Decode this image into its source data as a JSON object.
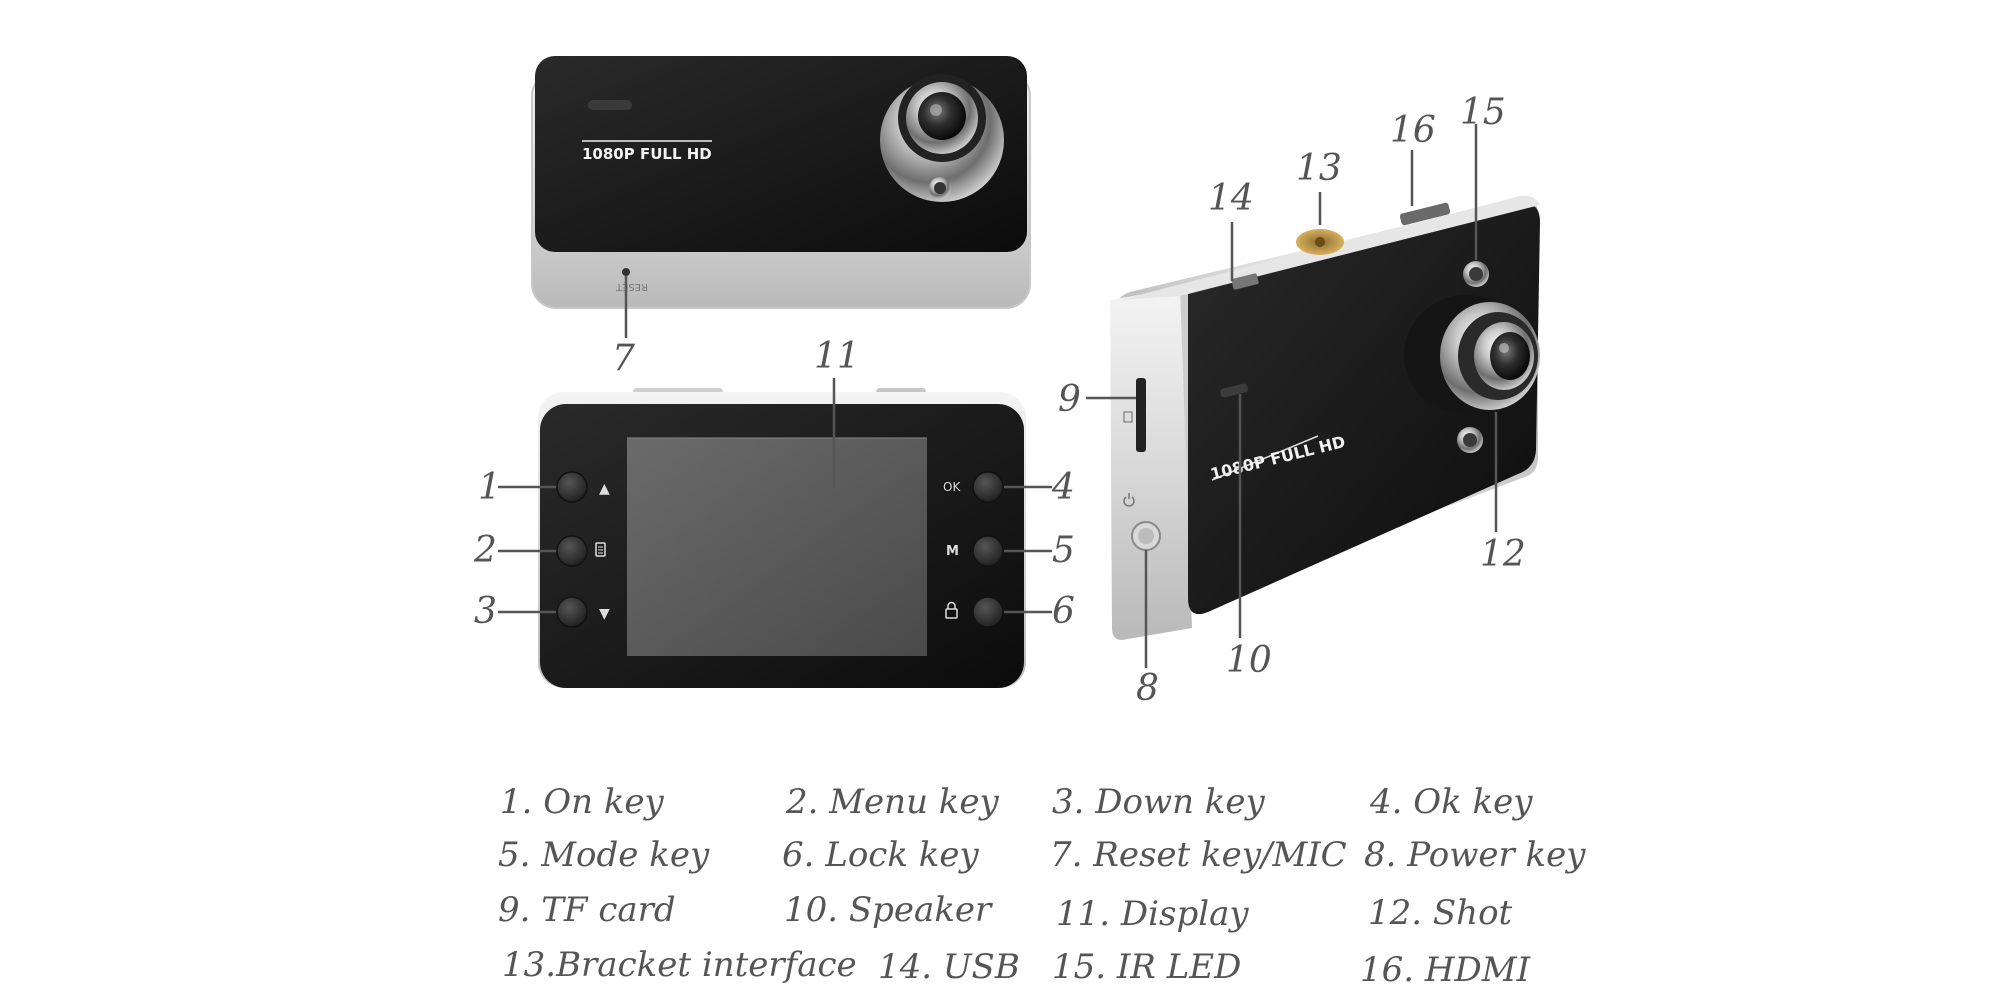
{
  "device_print": {
    "model_label": "1080P FULL HD",
    "reset_label": "RESET",
    "ok_label": "OK",
    "mode_label": "M"
  },
  "callouts": [
    "1",
    "2",
    "3",
    "4",
    "5",
    "6",
    "7",
    "8",
    "9",
    "10",
    "11",
    "12",
    "13",
    "14",
    "15",
    "16"
  ],
  "legend": [
    "1. On key",
    "2. Menu key",
    "3. Down key",
    "4. Ok key",
    "5. Mode key",
    "6. Lock key",
    "7. Reset key/MIC",
    "8. Power key",
    "9. TF card",
    "10. Speaker",
    "11. Display",
    "12. Shot",
    "13.Bracket interface",
    "14. USB",
    "15. IR LED",
    "16. HDMI"
  ]
}
